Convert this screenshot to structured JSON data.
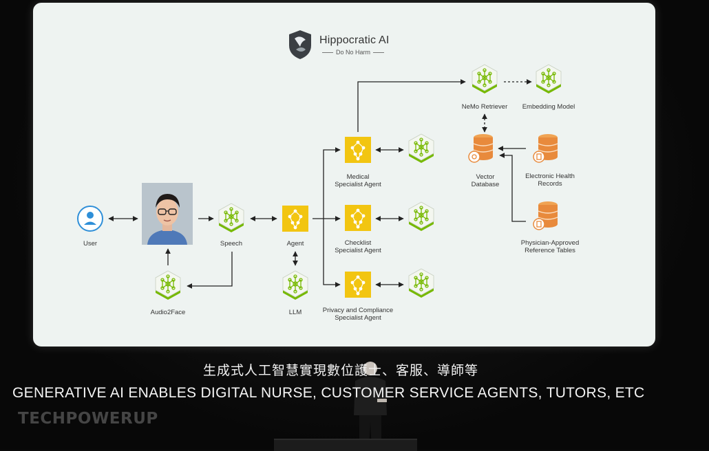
{
  "slide": {
    "brand": {
      "name": "Hippocratic AI",
      "tagline": "Do No Harm"
    },
    "nodes": {
      "user": "User",
      "avatar": "",
      "speech": "Speech",
      "audio2face": "Audio2Face",
      "agent": "Agent",
      "llm": "LLM",
      "medical": [
        "Medical",
        "Specialist Agent"
      ],
      "checklist": [
        "Checklist",
        "Specialist Agent"
      ],
      "privacy": [
        "Privacy and Compliance",
        "Specialist Agent"
      ],
      "nemo": "NeMo Retriever",
      "embedding": "Embedding Model",
      "vector": [
        "Vector",
        "Database"
      ],
      "ehr": [
        "Electronic Health",
        "Records"
      ],
      "physician": [
        "Physician-Approved",
        "Reference Tables"
      ]
    },
    "colors": {
      "nvidia_green": "#76b900",
      "agent_yellow": "#f2c511",
      "db_orange": "#e88a3c",
      "user_blue": "#2f8fd8"
    }
  },
  "subtitles": {
    "zh": "生成式人工智慧實現數位護士、客服、導師等",
    "en": "GENERATIVE AI ENABLES DIGITAL NURSE, CUSTOMER SERVICE AGENTS, TUTORS, ETC"
  },
  "watermark": "TECHPOWERUP"
}
